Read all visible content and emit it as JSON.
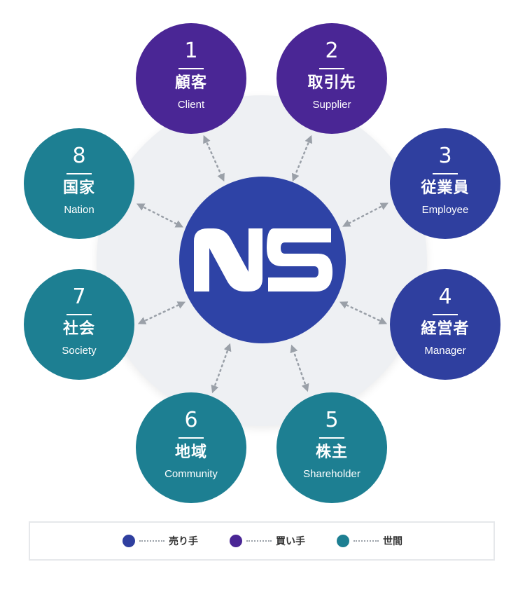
{
  "colors": {
    "seller": "#2f3f9f",
    "buyer": "#4a2695",
    "society": "#1d7f92",
    "hub": "#2e43a6",
    "disc": "#eef0f3",
    "connector": "#9aa0a8"
  },
  "hub": {
    "logo_text": "NS"
  },
  "nodes": [
    {
      "id": "client",
      "num": "1",
      "ja": "顧客",
      "en": "Client",
      "group": "buyer"
    },
    {
      "id": "supplier",
      "num": "2",
      "ja": "取引先",
      "en": "Supplier",
      "group": "buyer"
    },
    {
      "id": "employee",
      "num": "3",
      "ja": "従業員",
      "en": "Employee",
      "group": "seller"
    },
    {
      "id": "manager",
      "num": "4",
      "ja": "経営者",
      "en": "Manager",
      "group": "seller"
    },
    {
      "id": "shareholder",
      "num": "5",
      "ja": "株主",
      "en": "Shareholder",
      "group": "society"
    },
    {
      "id": "community",
      "num": "6",
      "ja": "地域",
      "en": "Community",
      "group": "society"
    },
    {
      "id": "society",
      "num": "7",
      "ja": "社会",
      "en": "Society",
      "group": "society"
    },
    {
      "id": "nation",
      "num": "8",
      "ja": "国家",
      "en": "Nation",
      "group": "society"
    }
  ],
  "legend": [
    {
      "label": "売り手",
      "color": "#2f3f9f"
    },
    {
      "label": "買い手",
      "color": "#4a2695"
    },
    {
      "label": "世間",
      "color": "#1d7f92"
    }
  ]
}
